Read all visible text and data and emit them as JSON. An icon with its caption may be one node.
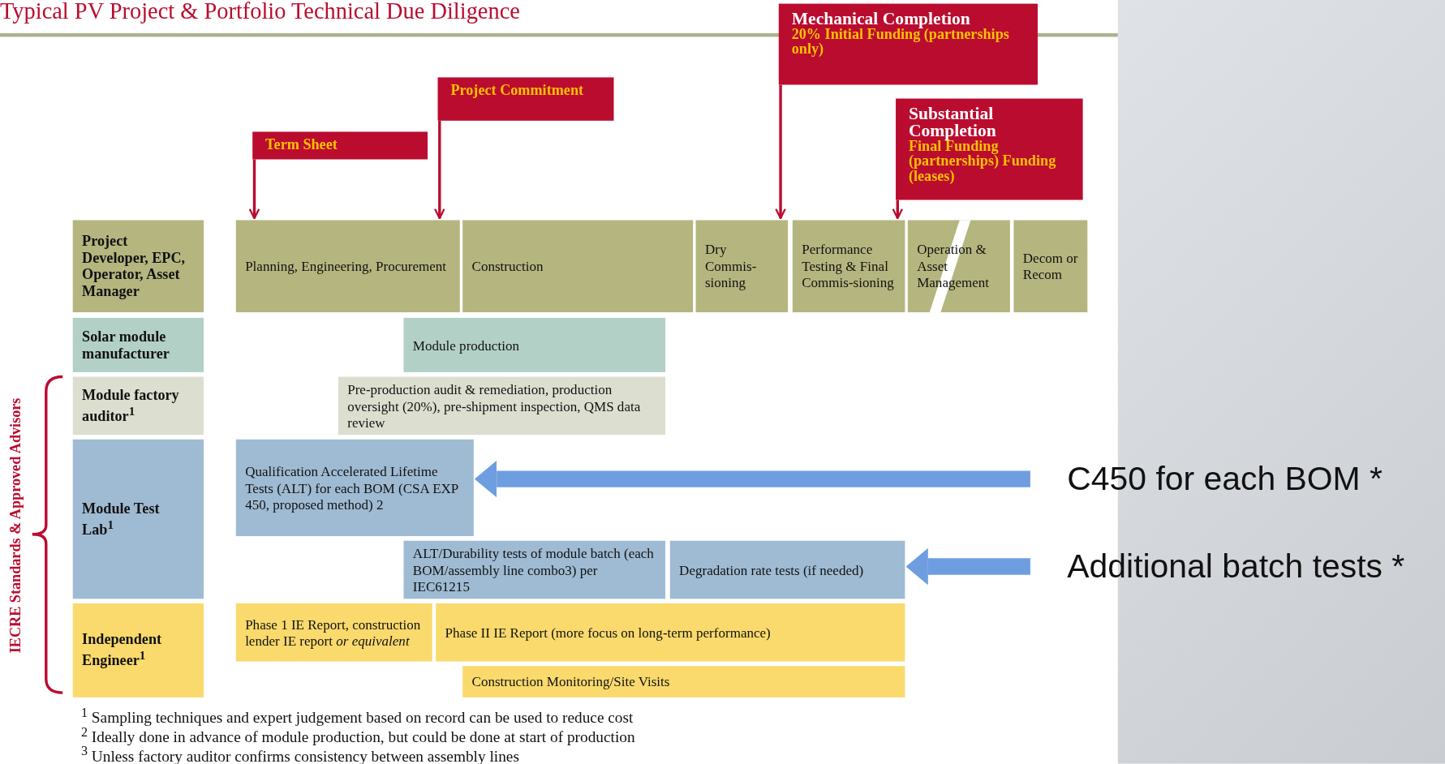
{
  "diagram": {
    "title": "Typical PV Project & Portfolio Technical Due Diligence",
    "nodes": [
      {
        "text": [
          "Mechanical Completion",
          "20% Initial Funding (partnerships only)"
        ]
      },
      {
        "text": [
          "Project Commitment"
        ]
      },
      {
        "text": [
          "Substantial Completion",
          "Final Funding (partnerships) Funding (leases)"
        ]
      },
      {
        "text": [
          "Term Sheet"
        ]
      },
      {
        "text": [
          "Project Developer, EPC, Operator, Asset Manager"
        ]
      },
      {
        "text": [
          "Planning, Engineering, Procurement"
        ]
      },
      {
        "text": [
          "Construction"
        ]
      },
      {
        "text": [
          "Dry Commis-sioning"
        ]
      },
      {
        "text": [
          "Performance Testing & Final Commis-sioning"
        ]
      },
      {
        "text": [
          "Operation & Asset Management"
        ]
      },
      {
        "text": [
          "Decom or Recom"
        ]
      },
      {
        "text": [
          "Solar module manufacturer"
        ]
      },
      {
        "text": [
          "Module production"
        ]
      },
      {
        "text": [
          "Module factory auditor$^{1}$"
        ]
      },
      {
        "text": [
          "Pre-production audit & remediation, production oversight (20%), pre-shipment inspection, QMS data review"
        ]
      },
      {
        "text": [
          "Module Test Lab$^{1}$"
        ]
      },
      {
        "text": [
          "Qualification Accelerated Lifetime Tests (ALT) for each BOM (CSA EXP 450, proposed method) 2"
        ]
      },
      {
        "text": [
          "C450 for each BOM *"
        ]
      },
      {
        "text": [
          "ALT/Durability tests of module batch (each BOM/assembly line combo3) per IEC61215"
        ]
      },
      {
        "text": [
          "Degradation rate tests (if needed)"
        ]
      },
      {
        "text": [
          "Additional batch tests *"
        ]
      },
      {
        "text": [
          "Independent Engineer$^{1}$"
        ]
      },
      {
        "text": [
          "Phase 1 IE Report, construction lender IE report *or equivalent*"
        ]
      },
      {
        "text": [
          "Phase II IE Report (more focus on long-term performance)"
        ]
      },
      {
        "text": [
          "Construction Monitoring/Site Visits"
        ]
      }
    ],
    "edges": [
      {
        "from": 3,
        "to": 5,
        "arrow": "to"
      },
      {
        "from": 1,
        "to": 5,
        "arrow": "to"
      },
      {
        "from": 0,
        "to": 7,
        "arrow": "to"
      },
      {
        "from": 2,
        "to": 8,
        "arrow": "to"
      },
      {
        "from": 17,
        "to": 16,
        "arrow": "to",
        "style": "thick",
        "color": "#6e9de0"
      },
      {
        "from": 20,
        "to": 19,
        "arrow": "to",
        "style": "thick",
        "color": "#6e9de0"
      }
    ],
    "labels": [
      "IECRE Standards & Approved Advisors",
      "$^{1}$ Sampling techniques and expert judgement based on record can be used to reduce cost",
      "$^{2}$ Ideally done in advance of module production, but could be done at start of production",
      "$^{3}$ Unless factory auditor confirms consistency between assembly lines"
    ]
  }
}
